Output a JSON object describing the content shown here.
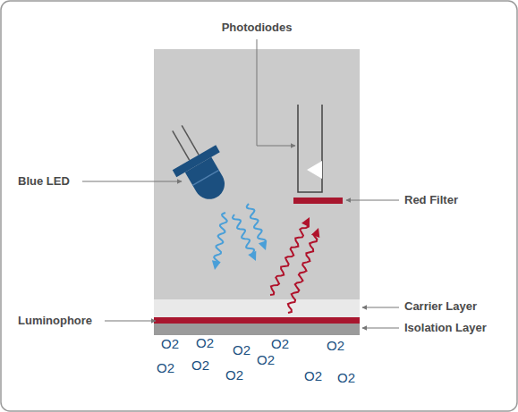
{
  "diagram": {
    "labels": [
      "Photodiodes",
      "Blue LED",
      "Red Filter",
      "Carrier Layer",
      "Luminophore",
      "Isolation Layer",
      "O2",
      "O2",
      "O2",
      "O2",
      "O2",
      "O2",
      "O2",
      "O2",
      "O2",
      "O2",
      "O2"
    ]
  }
}
